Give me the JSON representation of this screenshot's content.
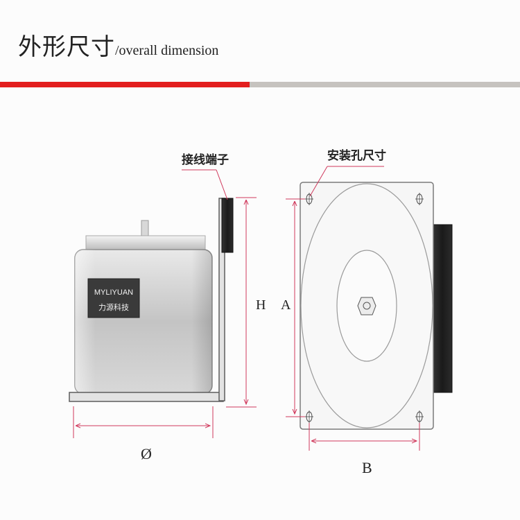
{
  "header": {
    "title_zh": "外形尺寸",
    "title_en": "/overall dimension"
  },
  "side_view": {
    "terminal_label": "接线端子",
    "brand_label": "MYLIYUAN",
    "brand_label_zh": "力源科技",
    "dim_diameter": "Ø",
    "dim_height": "H"
  },
  "front_view": {
    "hole_label": "安装孔尺寸",
    "dim_a": "A",
    "dim_b": "B"
  },
  "colors": {
    "accent_red": "#e31e1e",
    "divider_gray": "#c6c3bf",
    "dimension_line": "#d0395c"
  }
}
